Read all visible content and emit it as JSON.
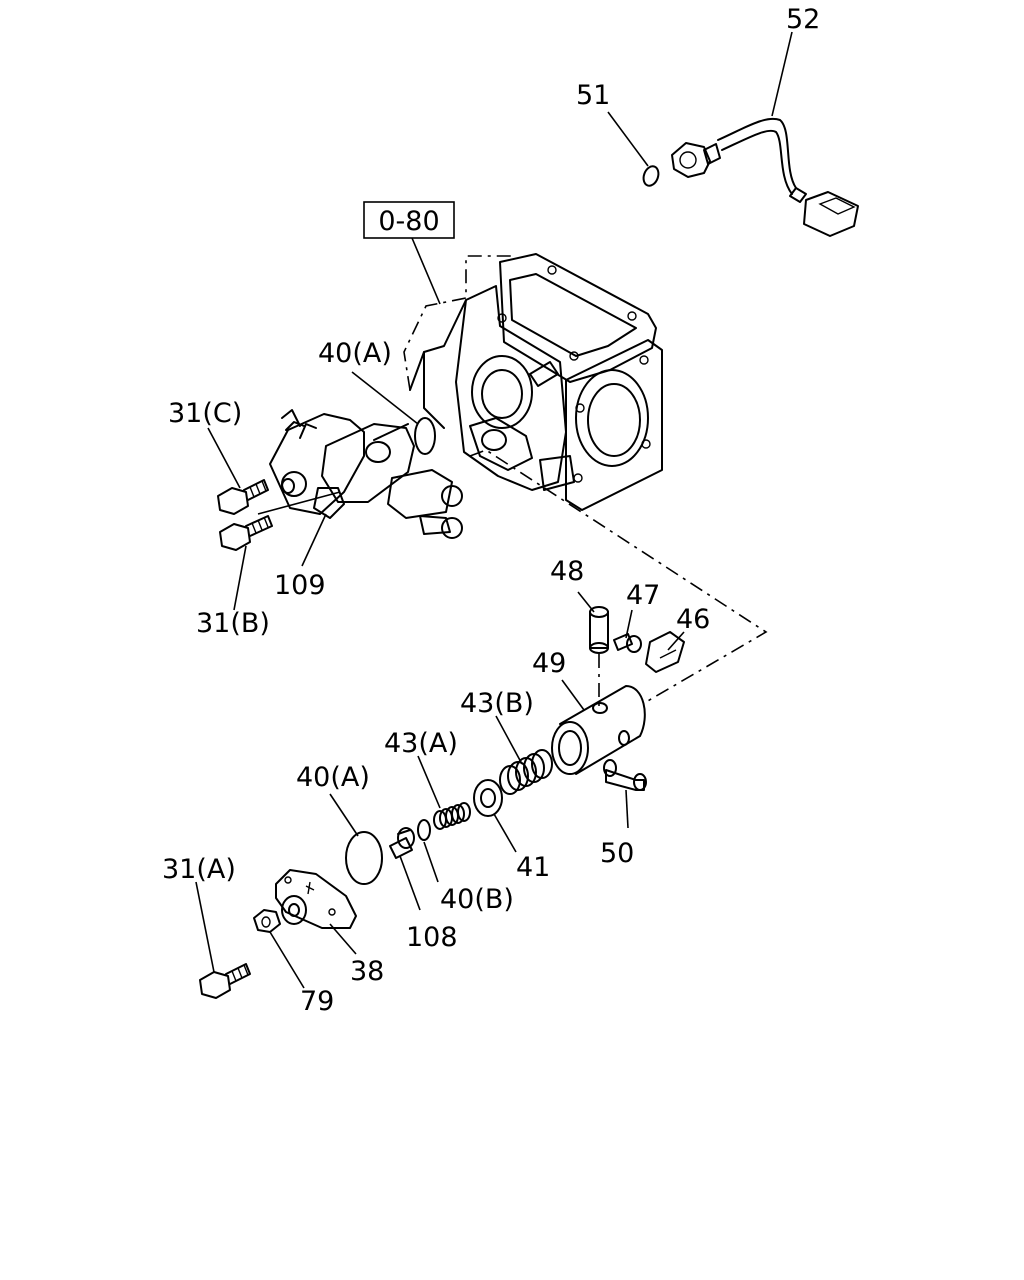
{
  "diagram": {
    "reference_box": "0-80",
    "labels": {
      "p52": "52",
      "p51": "51",
      "p40a_top": "40(A)",
      "p31c": "31(C)",
      "p109": "109",
      "p31b": "31(B)",
      "p48": "48",
      "p47": "47",
      "p46": "46",
      "p49": "49",
      "p43b": "43(B)",
      "p43a": "43(A)",
      "p40a_bottom": "40(A)",
      "p41": "41",
      "p50": "50",
      "p31a": "31(A)",
      "p40b": "40(B)",
      "p108": "108",
      "p38": "38",
      "p79": "79"
    }
  }
}
